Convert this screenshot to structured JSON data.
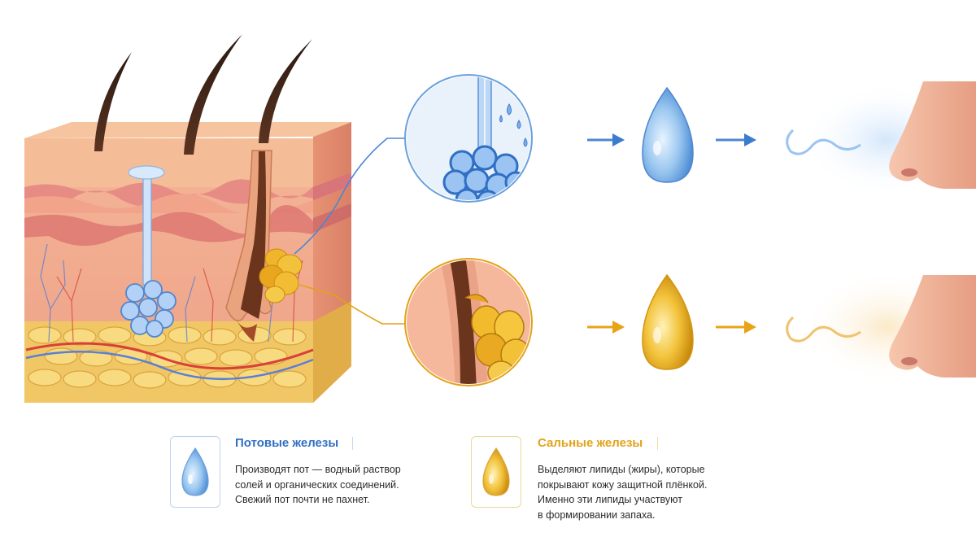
{
  "legend": {
    "sweat": {
      "title": "Потовые железы",
      "lines": [
        "Производят пот — водный раствор",
        "солей и органических соединений.",
        "Свежий пот почти не пахнет."
      ],
      "color": "#2f6fc4"
    },
    "sebum": {
      "title": "Сальные железы",
      "lines": [
        "Выделяют липиды (жиры), которые",
        "покрывают кожу защитной плёнкой.",
        "Именно эти липиды участвуют",
        "в формировании запаха."
      ],
      "color": "#e3a21a"
    }
  },
  "colors": {
    "blue_accent": "#3b82d6",
    "gold_accent": "#e8a317",
    "skin_top": "#f2b98f",
    "dermis": "#f0a88c",
    "fat": "#f3cf6a"
  }
}
